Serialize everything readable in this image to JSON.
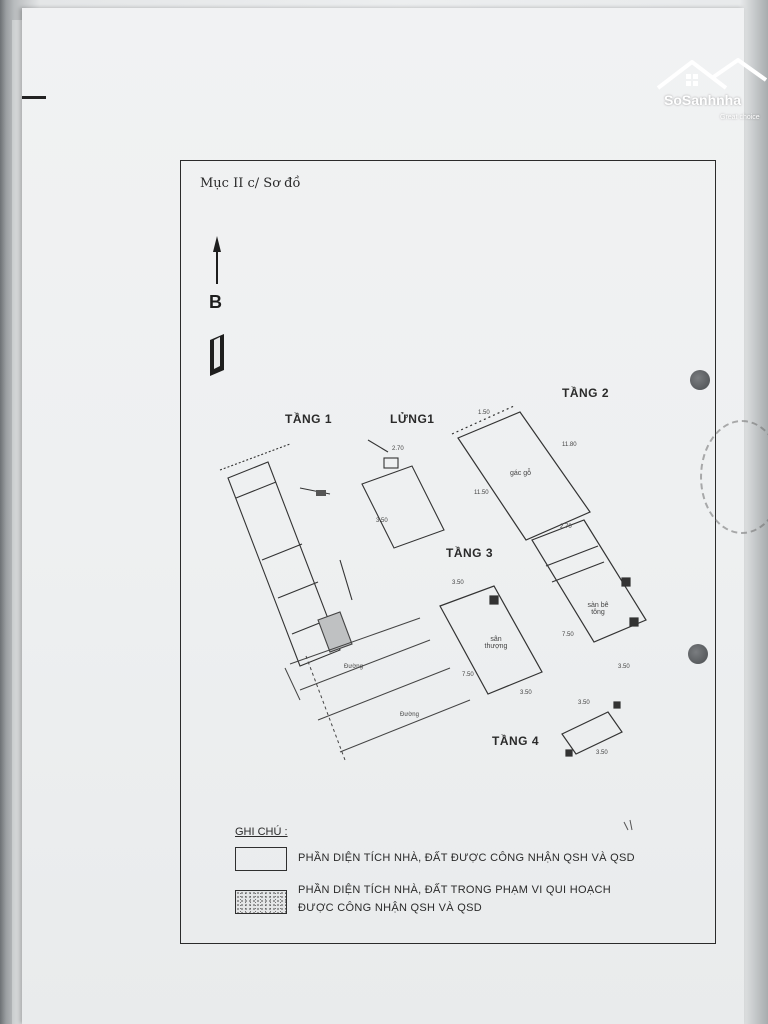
{
  "document": {
    "section_title": "Mục II c/ Sơ đồ",
    "north_letter": "B"
  },
  "floors": {
    "tang1": "TẦNG 1",
    "lung1": "LỬNG1",
    "tang2": "TẦNG 2",
    "tang3": "TẦNG 3",
    "tang4": "TẦNG 4"
  },
  "room_labels": {
    "tang2_room": "gác gỗ",
    "tang3_room1": "sân thượng",
    "tang3_room2": "sàn bê tông"
  },
  "dimensions": {
    "tang2_top": "1.50",
    "tang2_side": "11.80",
    "tang2_left": "11.50",
    "lung1_top": "2.70",
    "lung1_bottom": "3.50",
    "tang3_a_top": "3.50",
    "tang3_a_side": "7.50",
    "tang3_a_bottom": "3.50",
    "tang3_b_top": "2.70",
    "tang3_b_side": "7.50",
    "tang3_b_bottom": "3.50",
    "tang4_top": "3.50",
    "tang4_bottom": "3.50",
    "road": "Đường"
  },
  "legend": {
    "heading": "GHI CHÚ :",
    "item1": "PHẦN DIỆN TÍCH NHÀ, ĐẤT ĐƯỢC CÔNG NHẬN QSH VÀ QSD",
    "item2_line1": "PHẦN DIỆN TÍCH NHÀ, ĐẤT TRONG PHẠM VI QUI HOẠCH",
    "item2_line2": "ĐƯỢC CÔNG NHẬN QSH VÀ QSD"
  },
  "watermark": {
    "brand": "SoSanhnha",
    "tagline": "Great choice"
  },
  "colors": {
    "ink": "#2a2a2a",
    "paper": "#eef0f1",
    "background": "#8f9396"
  }
}
